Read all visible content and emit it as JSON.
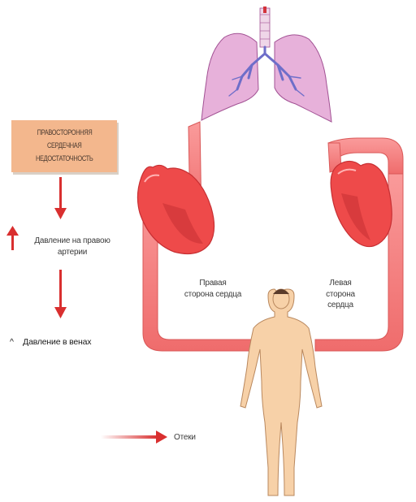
{
  "heart_failure_box": {
    "line1": "ПРАВОСТОРОННЯЯ",
    "line2": "СЕРДЕЧНАЯ",
    "line3": "НЕДОСТАТОЧНОСТЬ"
  },
  "pressure_artery": {
    "line1": "Давление на правою",
    "line2": "артерии"
  },
  "venous_pressure": {
    "caret": "^",
    "text": "Давление  в  венах"
  },
  "right_heart": {
    "line1": "Правая",
    "line2": "сторона сердца"
  },
  "left_heart": {
    "line1": "Левая",
    "line2": "сторона",
    "line3": "сердца"
  },
  "legend": {
    "label": "Отеки"
  },
  "colors": {
    "vessel": "#f47a7a",
    "vessel_stroke": "#d95858",
    "heart": "#ee4a4a",
    "heart_dark": "#c72f33",
    "lung": "#e7b1da",
    "lung_stroke": "#a25294",
    "bronchi": "#6e6ec9",
    "arrow": "#d92f2f",
    "body": "#f7d1a8",
    "body_stroke": "#b9885e"
  }
}
